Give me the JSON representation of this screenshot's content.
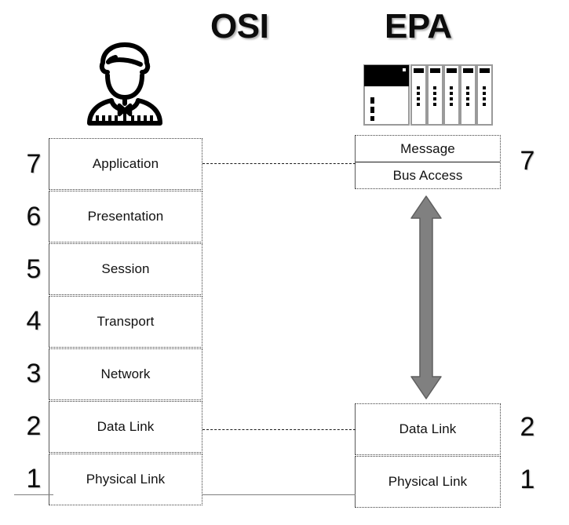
{
  "diagram": {
    "title_left": "OSI",
    "title_right": "EPA",
    "icons": {
      "left": "person-operator-icon",
      "right": "plc-rack-icon"
    }
  },
  "osi": {
    "layers": [
      {
        "number": "7",
        "label": "Application"
      },
      {
        "number": "6",
        "label": "Presentation"
      },
      {
        "number": "5",
        "label": "Session"
      },
      {
        "number": "4",
        "label": "Transport"
      },
      {
        "number": "3",
        "label": "Network"
      },
      {
        "number": "2",
        "label": "Data Link"
      },
      {
        "number": "1",
        "label": "Physical Link"
      }
    ]
  },
  "epa": {
    "application_block": {
      "number": "7",
      "rows": [
        {
          "label": "Message"
        },
        {
          "label": "Bus Access"
        }
      ]
    },
    "lower_layers": [
      {
        "number": "2",
        "label": "Data Link"
      },
      {
        "number": "1",
        "label": "Physical Link"
      }
    ]
  },
  "connectors": {
    "application_link": "dashed",
    "data_link_link": "dashed",
    "physical_link_link": "solid",
    "bus_arrow": "double-headed-vertical-arrow"
  },
  "colors": {
    "arrow_fill": "#808080",
    "arrow_stroke": "#5f5f5f",
    "box_border": "#3f3f3f",
    "text": "#111111",
    "connector_dashed": "#1a1a1a",
    "connector_solid": "#7f7f7f"
  }
}
